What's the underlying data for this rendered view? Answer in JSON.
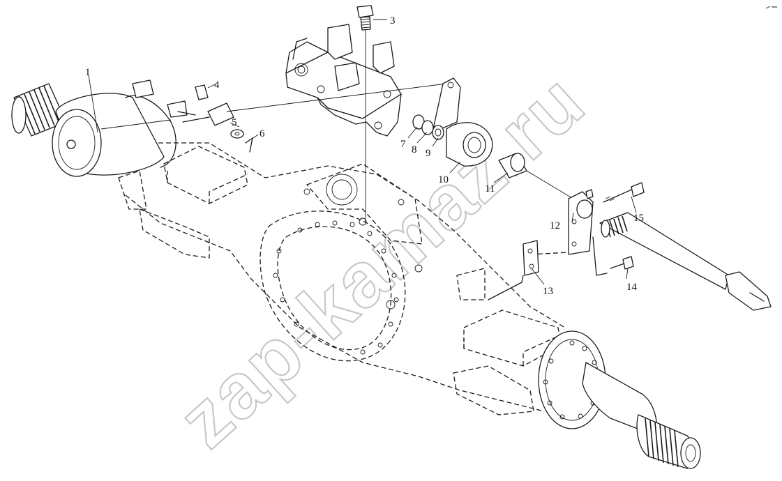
{
  "diagram": {
    "callouts": [
      {
        "id": "1",
        "text": "1"
      },
      {
        "id": "3",
        "text": "3"
      },
      {
        "id": "4",
        "text": "4"
      },
      {
        "id": "5",
        "text": "5"
      },
      {
        "id": "6",
        "text": "6"
      },
      {
        "id": "7",
        "text": "7"
      },
      {
        "id": "8",
        "text": "8"
      },
      {
        "id": "9",
        "text": "9"
      },
      {
        "id": "10",
        "text": "10"
      },
      {
        "id": "11",
        "text": "11"
      },
      {
        "id": "12",
        "text": "12"
      },
      {
        "id": "13",
        "text": "13"
      },
      {
        "id": "14",
        "text": "14"
      },
      {
        "id": "15",
        "text": "15"
      }
    ],
    "watermark": "zap-kamaz.ru"
  }
}
